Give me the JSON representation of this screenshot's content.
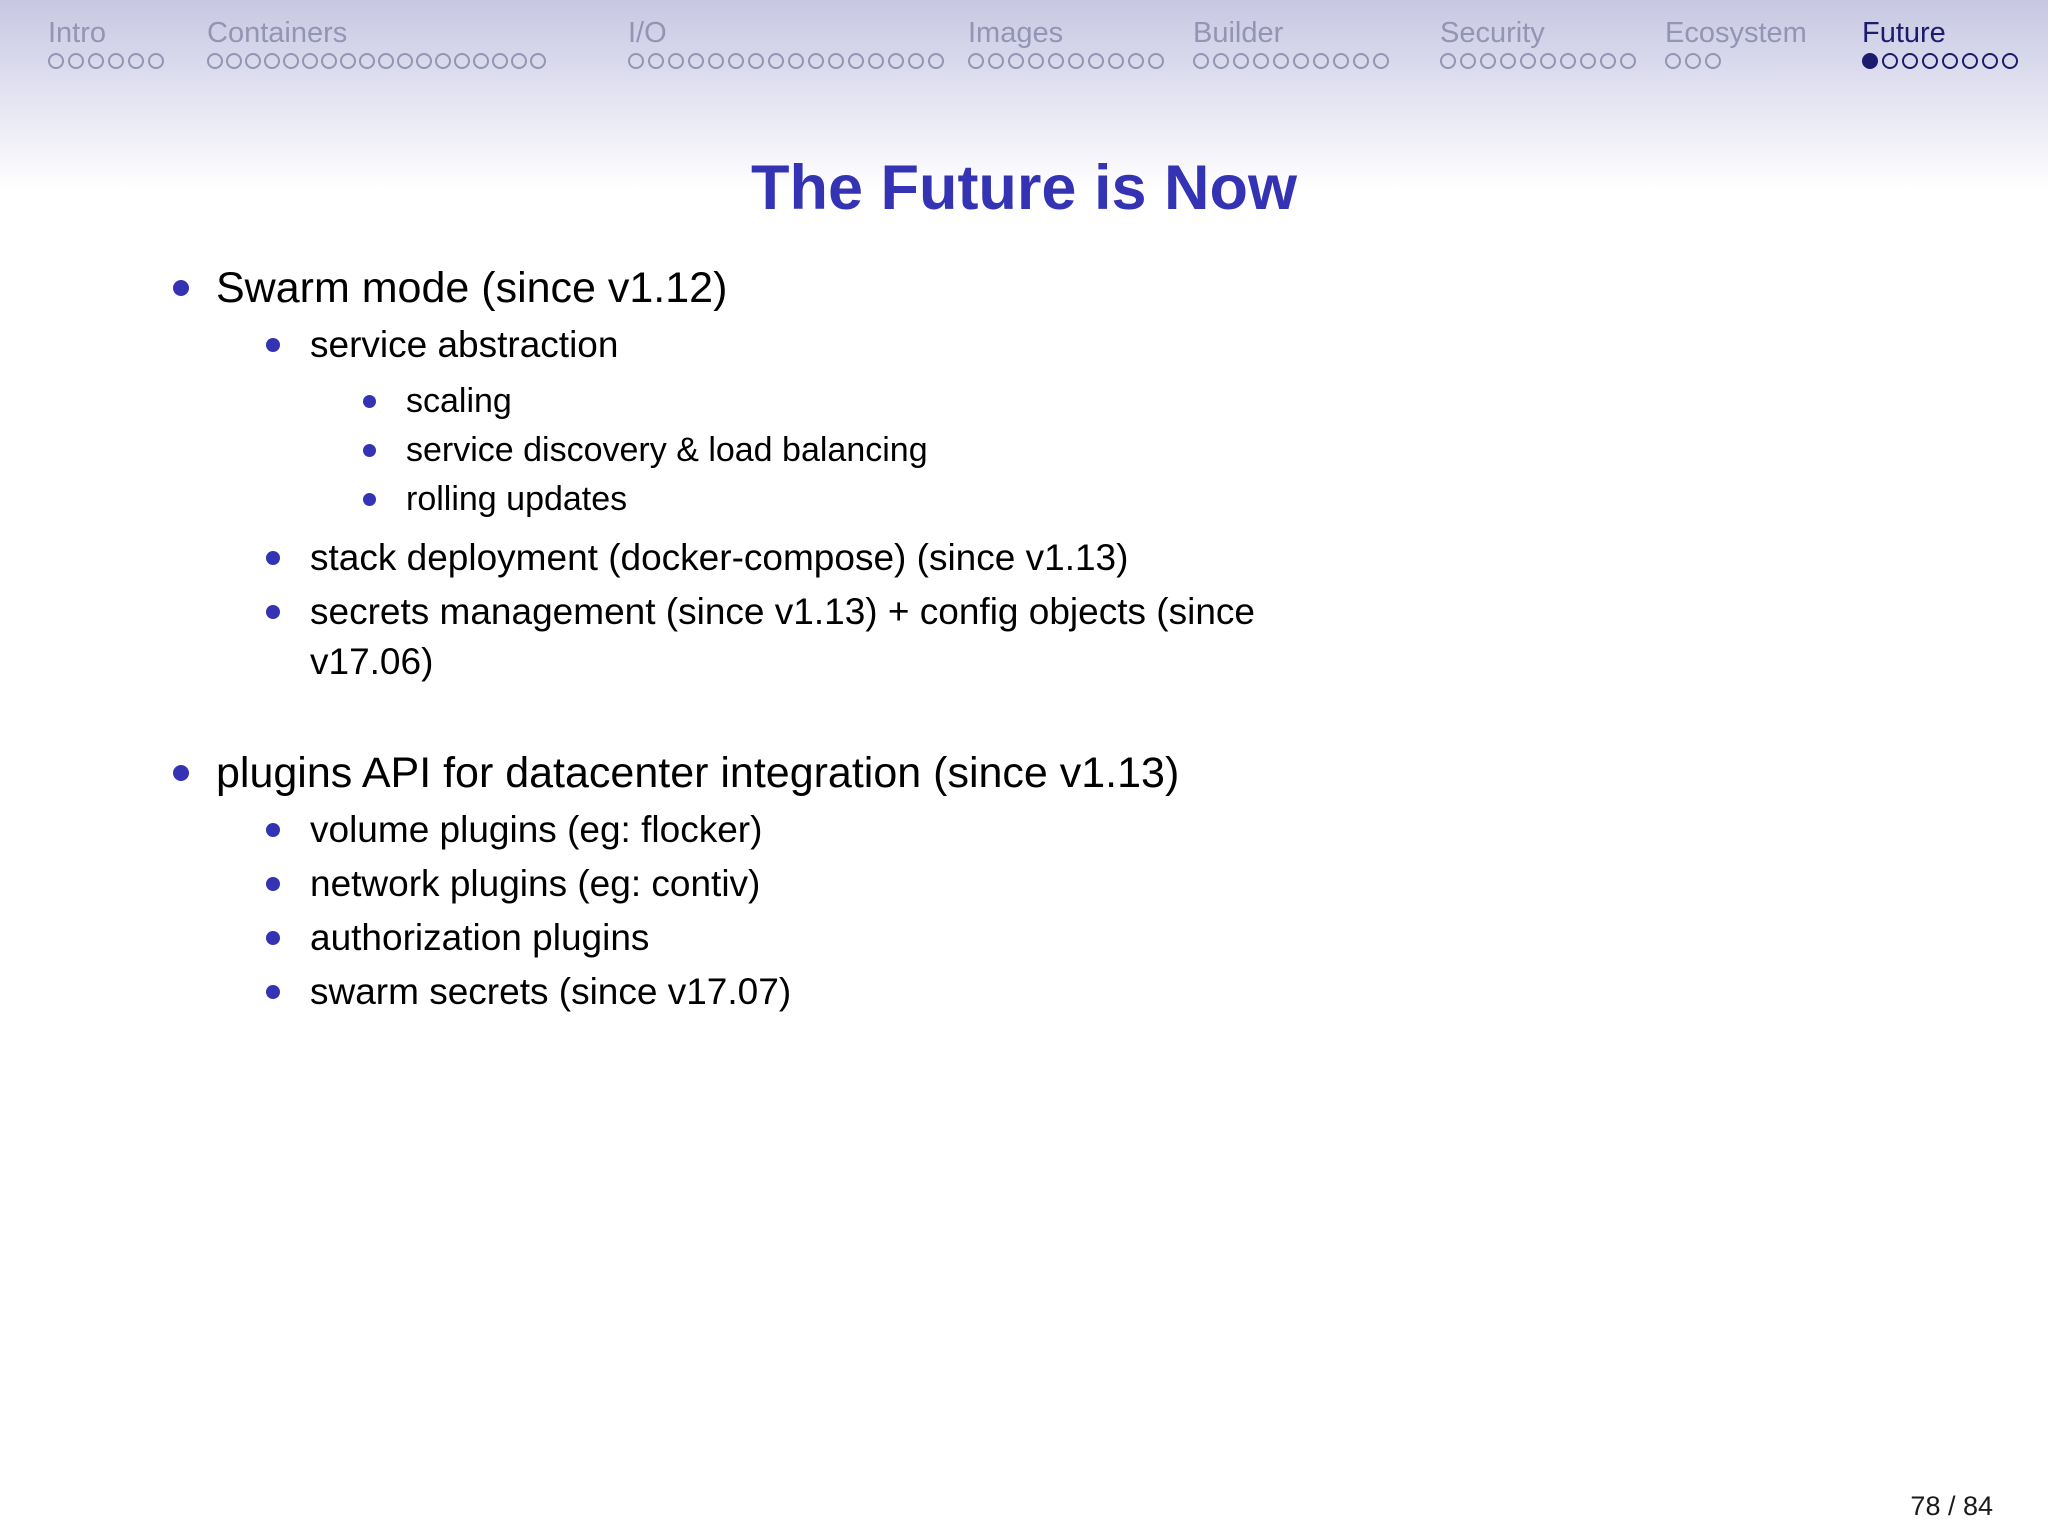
{
  "header": {
    "sections": [
      {
        "label": "Intro",
        "dots": 6,
        "filled": -1,
        "active": false
      },
      {
        "label": "Containers",
        "dots": 18,
        "filled": -1,
        "active": false
      },
      {
        "label": "I/O",
        "dots": 16,
        "filled": -1,
        "active": false
      },
      {
        "label": "Images",
        "dots": 10,
        "filled": -1,
        "active": false
      },
      {
        "label": "Builder",
        "dots": 10,
        "filled": -1,
        "active": false
      },
      {
        "label": "Security",
        "dots": 10,
        "filled": -1,
        "active": false
      },
      {
        "label": "Ecosystem",
        "dots": 3,
        "filled": -1,
        "active": false
      },
      {
        "label": "Future",
        "dots": 8,
        "filled": 0,
        "active": true
      }
    ]
  },
  "slide": {
    "title": "The Future is Now",
    "bullets": [
      {
        "level": 1,
        "text": "Swarm mode (since v1.12)"
      },
      {
        "level": 2,
        "text": "service abstraction"
      },
      {
        "level": 3,
        "text": "scaling"
      },
      {
        "level": 3,
        "text": "service discovery & load balancing"
      },
      {
        "level": 3,
        "text": "rolling updates"
      },
      {
        "level": 2,
        "text": "stack deployment (docker-compose) (since v1.13)"
      },
      {
        "level": 2,
        "text": "secrets management (since v1.13) + config objects (since v17.06)"
      },
      {
        "level": 1,
        "text": "plugins API for datacenter integration (since v1.13)"
      },
      {
        "level": 2,
        "text": "volume plugins (eg: flocker)"
      },
      {
        "level": 2,
        "text": "network plugins (eg: contiv)"
      },
      {
        "level": 2,
        "text": "authorization plugins"
      },
      {
        "level": 2,
        "text": "swarm secrets (since v17.07)"
      }
    ]
  },
  "footer": {
    "page_indicator": "78 / 84"
  },
  "colors": {
    "accent": "#3333b3",
    "nav_inactive": "#9494b4",
    "nav_active": "#1c1c6e"
  }
}
